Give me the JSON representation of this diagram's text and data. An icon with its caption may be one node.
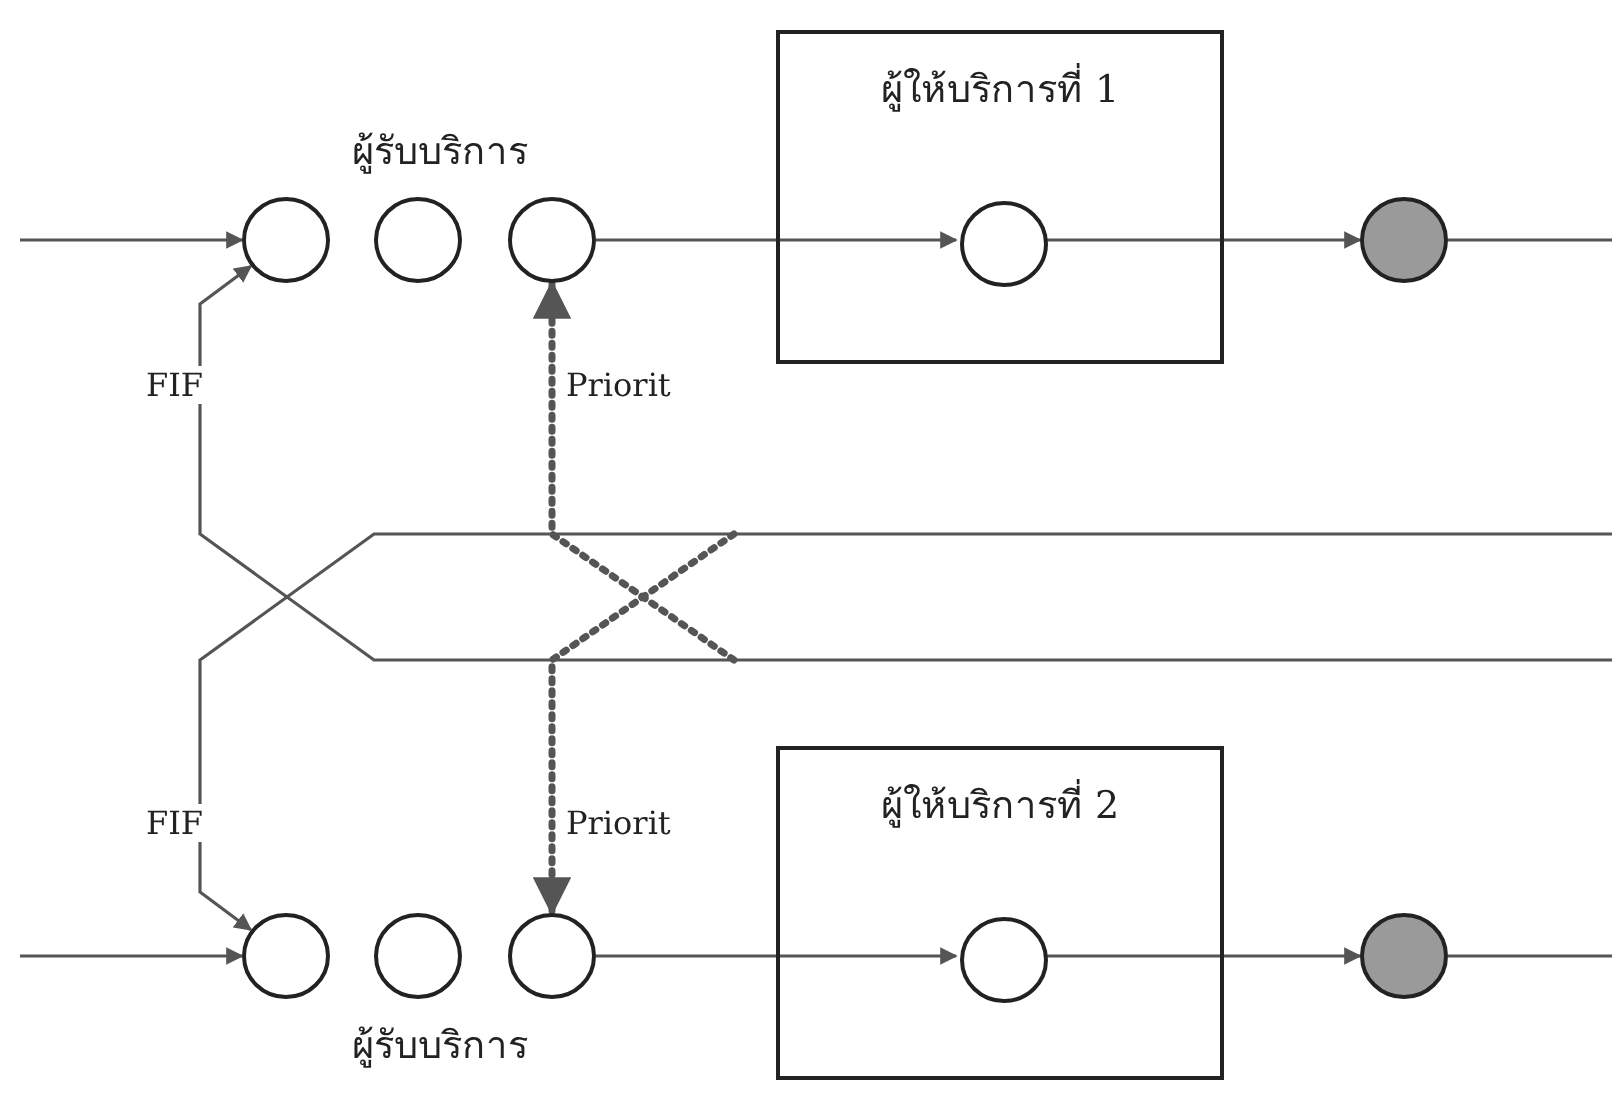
{
  "diagram": {
    "nodes": [
      {
        "text": [],
        "shape": "circle"
      },
      {
        "text": [],
        "shape": "circle",
        "beside": [
          "ผู้รับบริการ"
        ]
      },
      {
        "text": [],
        "shape": "circle"
      },
      {
        "text": [
          "ผู้ให้บริการที่ 1"
        ]
      },
      {
        "text": [],
        "shape": "circle",
        "in": 3
      },
      {
        "text": [],
        "shape": "circle"
      },
      {
        "text": [],
        "shape": "circle"
      },
      {
        "text": [],
        "shape": "circle",
        "beside": [
          "ผู้รับบริการ"
        ]
      },
      {
        "text": [],
        "shape": "circle"
      },
      {
        "text": [
          "ผู้ให้บริการที่ 2"
        ]
      },
      {
        "text": [],
        "shape": "circle",
        "in": 9
      },
      {
        "text": [],
        "shape": "circle"
      }
    ],
    "edges": [
      {
        "from": null,
        "to": 0,
        "arrow": "to"
      },
      {
        "from": 2,
        "to": 4,
        "arrow": "to"
      },
      {
        "from": 4,
        "to": 5,
        "arrow": "to"
      },
      {
        "from": 5,
        "to": null,
        "arrow": "none"
      },
      {
        "from": null,
        "to": 6,
        "arrow": "to"
      },
      {
        "from": 8,
        "to": 10,
        "arrow": "to"
      },
      {
        "from": 10,
        "to": 11,
        "arrow": "to"
      },
      {
        "from": 11,
        "to": null,
        "arrow": "none"
      },
      {
        "from": null,
        "to": 0,
        "arrow": "to",
        "label": "FIF"
      },
      {
        "from": null,
        "to": 2,
        "arrow": "to",
        "label": "Priorit",
        "style": "dashed"
      },
      {
        "from": null,
        "to": 6,
        "arrow": "to",
        "label": "FIF"
      },
      {
        "from": null,
        "to": 8,
        "arrow": "to",
        "label": "Priorit",
        "style": "dashed"
      }
    ]
  }
}
